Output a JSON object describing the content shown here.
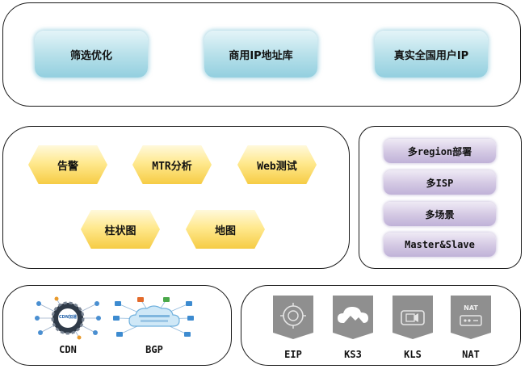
{
  "top_row": {
    "items": [
      "筛选优化",
      "商用IP地址库",
      "真实全国用户IP"
    ]
  },
  "features": {
    "items": [
      "告警",
      "MTR分析",
      "Web测试",
      "柱状图",
      "地图"
    ]
  },
  "deployment": {
    "items": [
      "多region部署",
      "多ISP",
      "多场景",
      "Master&Slave"
    ]
  },
  "networks": {
    "cdn_label": "CDN",
    "bgp_label": "BGP",
    "cdn_logo_text": "CDN加速"
  },
  "services": {
    "items": [
      "EIP",
      "KS3",
      "KLS",
      "NAT"
    ],
    "nat_icon_text": "NAT"
  },
  "colors": {
    "teal": "#b4dfe9",
    "yellow": "#f6cc45",
    "lavender": "#d3c8e3",
    "tile_gray": "#8f8f8f"
  }
}
